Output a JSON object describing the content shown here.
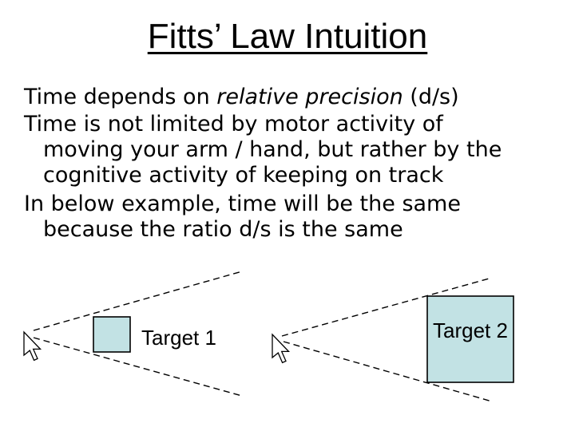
{
  "slide": {
    "title": "Fitts’ Law Intuition",
    "body": {
      "p1_pre": "Time depends on ",
      "p1_italic": "relative precision",
      "p1_post": " (d/s)",
      "p2_l1": "Time is not limited by motor activity of",
      "p2_l2": "moving your arm / hand, but rather by the",
      "p2_l3": "cognitive activity of keeping on track",
      "p3_l1": "In below example, time will be the same",
      "p3_l2": "because the ratio d/s is the same"
    },
    "diagrams": {
      "left": {
        "label": "Target 1"
      },
      "right": {
        "label": "Target 2"
      }
    },
    "colors": {
      "target_fill": "#c2e2e4",
      "target_stroke": "#000000",
      "line": "#000000",
      "cursor_fill": "#ffffff",
      "cursor_stroke": "#000000"
    }
  }
}
